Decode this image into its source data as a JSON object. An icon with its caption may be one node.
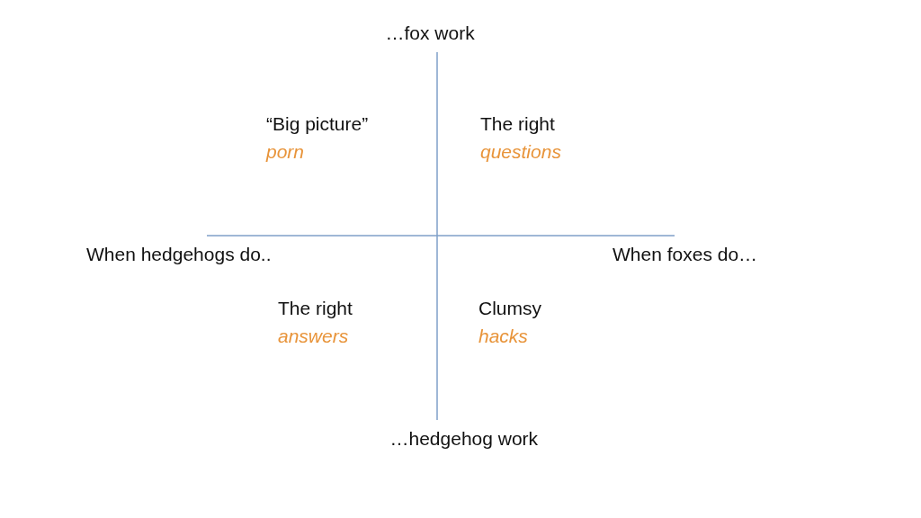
{
  "diagram": {
    "labels": [
      "…fox work",
      "“Big picture”",
      "porn",
      "The right",
      "questions",
      "When hedgehogs do..",
      "When foxes do…",
      "The right",
      "answers",
      "Clumsy",
      "hacks",
      "…hedgehog work"
    ]
  }
}
